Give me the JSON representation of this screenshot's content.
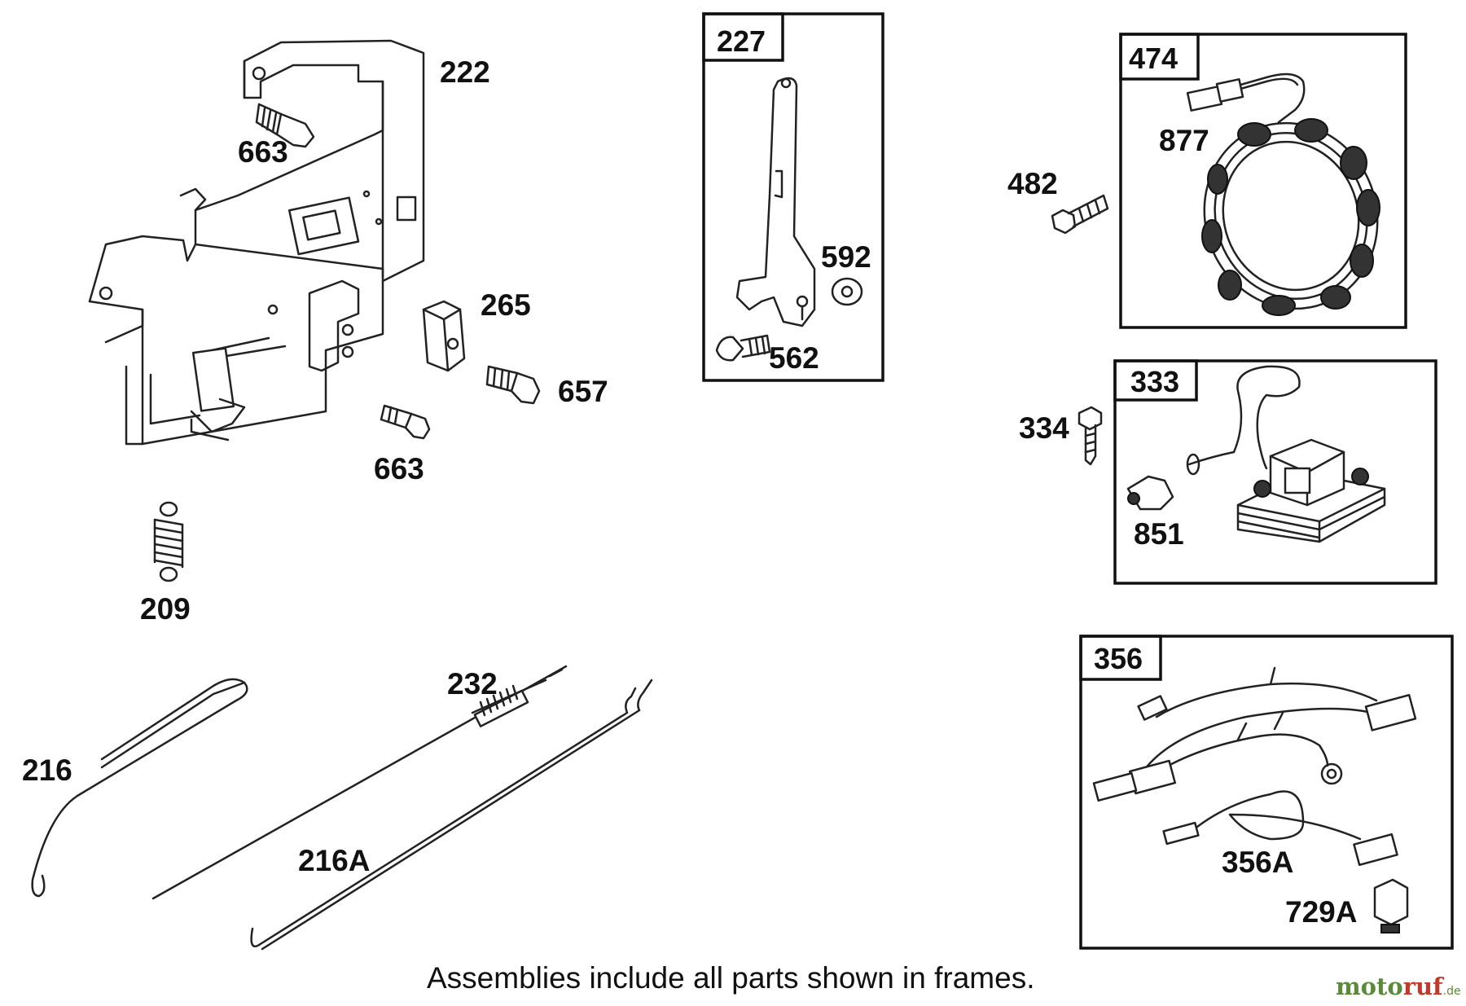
{
  "callouts": {
    "c222": "222",
    "c663a": "663",
    "c663b": "663",
    "c265": "265",
    "c657": "657",
    "c209": "209",
    "c232": "232",
    "c216": "216",
    "c216a": "216A",
    "c592": "592",
    "c562": "562",
    "c482": "482",
    "c877": "877",
    "c334": "334",
    "c851": "851",
    "c356a": "356A",
    "c729a": "729A"
  },
  "frames": {
    "f227": "227",
    "f474": "474",
    "f333": "333",
    "f356": "356"
  },
  "footer_note": "Assemblies include all parts shown in frames.",
  "watermark": {
    "part1": "moto",
    "part2": "ruf",
    "suffix": ".de"
  }
}
